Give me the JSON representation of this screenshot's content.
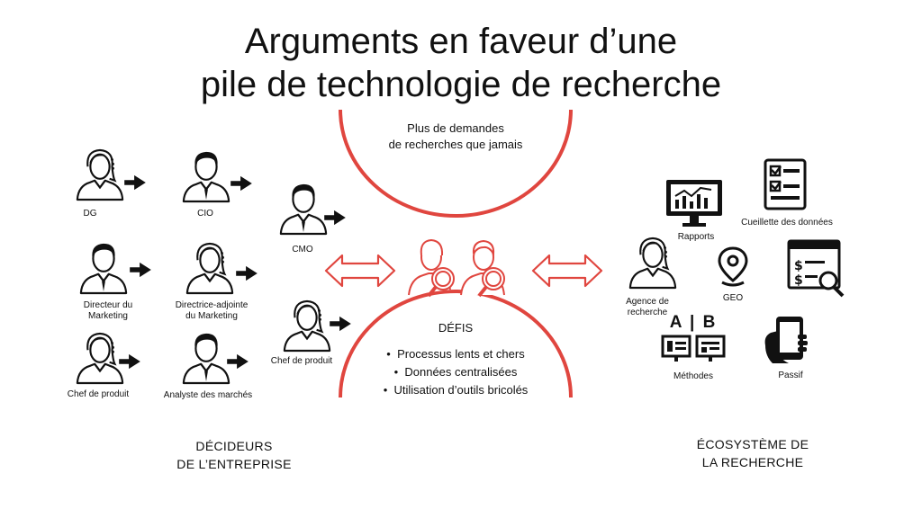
{
  "title": {
    "line1": "Arguments en faveur d’une",
    "line2": "pile de technologie de recherche"
  },
  "top_arc": {
    "line1": "Plus de demandes",
    "line2": "de recherches que jamais"
  },
  "bottom_arc": {
    "heading": "DÉFIS",
    "items": [
      "Processus lents et chers",
      "Données centralisées",
      "Utilisation d’outils bricolés"
    ]
  },
  "decision_makers": {
    "people": {
      "dg": "DG",
      "cio": "CIO",
      "cmo": "CMO",
      "marketing_director_l1": "Directeur du",
      "marketing_director_l2": "Marketing",
      "deputy_director_l1": "Directrice-adjointe",
      "deputy_director_l2": "du Marketing",
      "product_manager_1": "Chef de produit",
      "market_analyst": "Analyste des marchés",
      "product_manager_2": "Chef de produit"
    },
    "section_l1": "DÉCIDEURS",
    "section_l2": "DE L’ENTREPRISE"
  },
  "ecosystem": {
    "items": {
      "reports": "Rapports",
      "data_collection": "Cueillette des données",
      "agency_l1": "Agence de",
      "agency_l2": "recherche",
      "geo": "GEO",
      "methods": "Méthodes",
      "ab_label": "A | B",
      "passive": "Passif"
    },
    "section_l1": "ÉCOSYSTÈME DE",
    "section_l2": "LA RECHERCHE"
  },
  "colors": {
    "accent": "#e0463f",
    "ink": "#111111"
  }
}
